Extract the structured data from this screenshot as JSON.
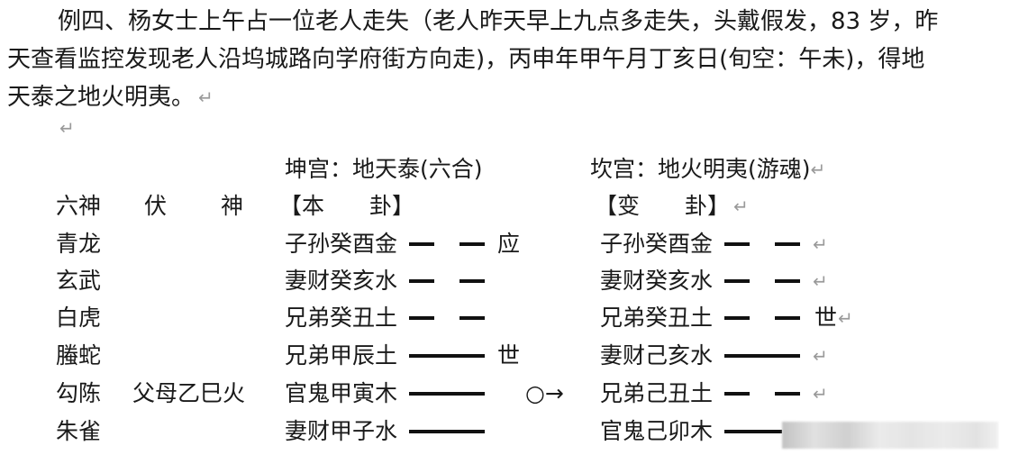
{
  "paragraph": {
    "line1": "例四、杨女士上午占一位老人走失（老人昨天早上九点多走失，头戴假发，83 岁，昨",
    "line2": "天查看监控发现老人沿坞城路向学府街方向走)，丙申年甲午月丁亥日(旬空：午未)，得地",
    "line3": "天泰之地火明夷。",
    "paragraph_mark": "↵"
  },
  "chart_header": {
    "ben_gua_title": "坤宫：地天泰(六合)",
    "bian_gua_title": "坎宫：地火明夷(游魂)",
    "col_liushen": "六神",
    "col_fushen_1": "伏",
    "col_fushen_2": "神",
    "col_ben_gua": "【本　　卦】",
    "col_bian_gua": "【变　　卦】"
  },
  "rows": [
    {
      "liushen": "青龙",
      "fushen": "",
      "ben": "子孙癸酉金",
      "ben_line": "yin",
      "ben_mark": "应",
      "dong": "",
      "bian": "子孙癸酉金",
      "bian_line": "yin",
      "bian_mark": ""
    },
    {
      "liushen": "玄武",
      "fushen": "",
      "ben": "妻财癸亥水",
      "ben_line": "yin",
      "ben_mark": "",
      "dong": "",
      "bian": "妻财癸亥水",
      "bian_line": "yin",
      "bian_mark": ""
    },
    {
      "liushen": "白虎",
      "fushen": "",
      "ben": "兄弟癸丑土",
      "ben_line": "yin",
      "ben_mark": "",
      "dong": "",
      "bian": "兄弟癸丑土",
      "bian_line": "yin",
      "bian_mark": "世"
    },
    {
      "liushen": "螣蛇",
      "fushen": "",
      "ben": "兄弟甲辰土",
      "ben_line": "yang",
      "ben_mark": "世",
      "dong": "",
      "bian": "妻财己亥水",
      "bian_line": "yang",
      "bian_mark": ""
    },
    {
      "liushen": "勾陈",
      "fushen": "父母乙巳火",
      "ben": "官鬼甲寅木",
      "ben_line": "yang",
      "ben_mark": "",
      "dong": "○→",
      "bian": "兄弟己丑土",
      "bian_line": "yin",
      "bian_mark": ""
    },
    {
      "liushen": "朱雀",
      "fushen": "",
      "ben": "妻财甲子水",
      "ben_line": "yang",
      "ben_mark": "",
      "dong": "",
      "bian": "官鬼己卯木",
      "bian_line": "yang",
      "bian_mark": ""
    }
  ]
}
